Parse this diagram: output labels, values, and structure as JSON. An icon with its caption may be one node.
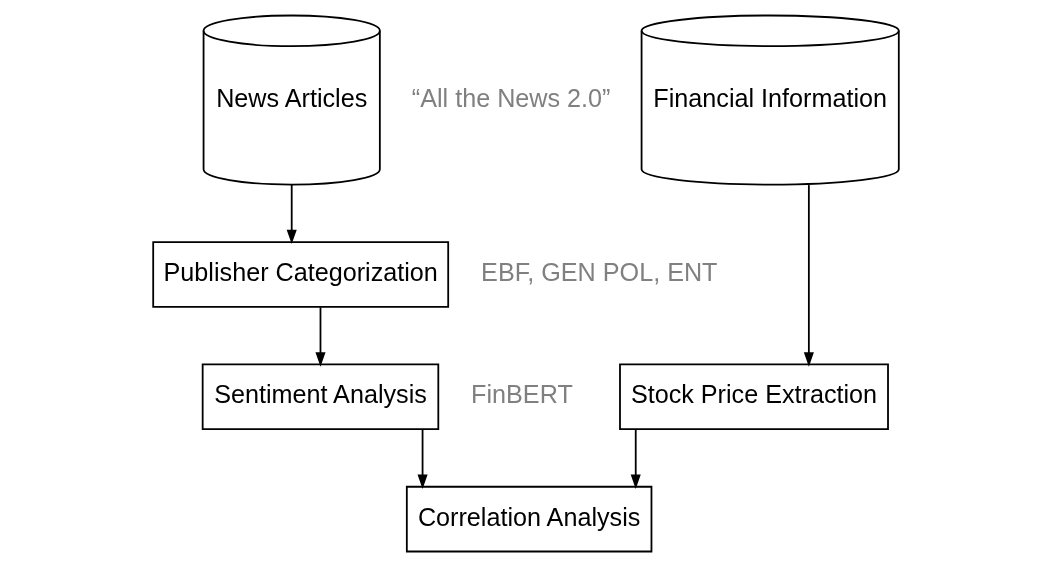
{
  "diagram": {
    "nodes": [
      {
        "text": [
          "News Articles"
        ],
        "beside": [
          "“All the News 2.0”"
        ]
      },
      {
        "text": [
          "Financial Information"
        ]
      },
      {
        "text": [
          "Publisher Categorization"
        ],
        "beside": [
          "EBF, GEN POL, ENT"
        ]
      },
      {
        "text": [
          "Sentiment Analysis"
        ],
        "beside": [
          "FinBERT"
        ]
      },
      {
        "text": [
          "Stock Price Extraction"
        ]
      },
      {
        "text": [
          "Correlation Analysis"
        ]
      }
    ],
    "edges": [
      {
        "from": 0,
        "to": 2,
        "arrow": "to"
      },
      {
        "from": 2,
        "to": 3,
        "arrow": "to"
      },
      {
        "from": 1,
        "to": 4,
        "arrow": "to"
      },
      {
        "from": 3,
        "to": 5,
        "arrow": "to"
      },
      {
        "from": 4,
        "to": 5,
        "arrow": "to"
      }
    ]
  }
}
